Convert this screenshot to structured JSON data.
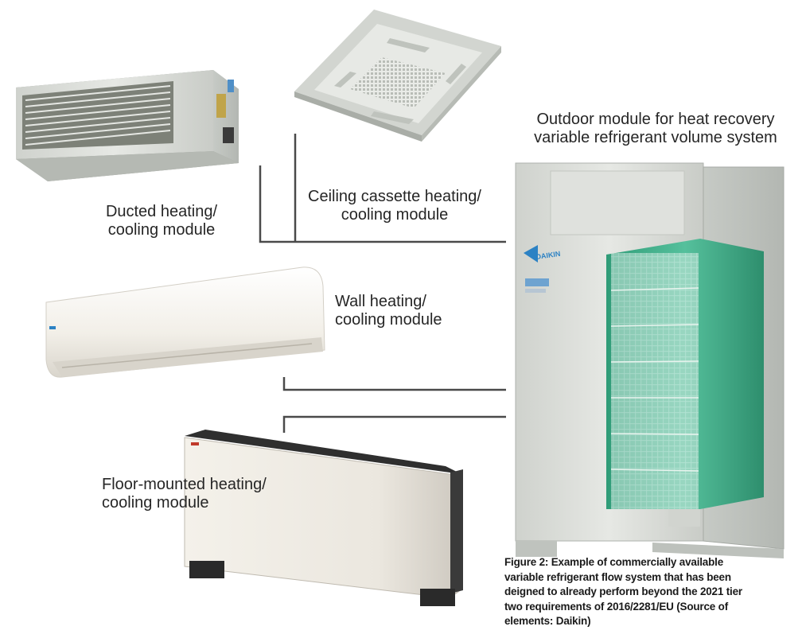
{
  "labels": {
    "outdoor": [
      "Outdoor module for heat recovery",
      "variable refrigerant volume system"
    ],
    "ducted": [
      "Ducted heating/",
      "cooling module"
    ],
    "cassette": [
      "Ceiling cassette heating/",
      "cooling module"
    ],
    "wall": [
      "Wall heating/",
      "cooling module"
    ],
    "floor": [
      "Floor-mounted heating/",
      "cooling module"
    ]
  },
  "caption": [
    "Figure 2: Example of commercially available",
    "variable refrigerant flow system that has been",
    "deigned to already perform beyond the 2021 tier",
    "two requirements of 2016/2281/EU (Source of",
    "elements: Daikin)"
  ],
  "brand": "DAIKIN",
  "colors": {
    "connector": "#4a4a4a",
    "coil": "#3fae8a",
    "casing": "#e1e3df"
  }
}
